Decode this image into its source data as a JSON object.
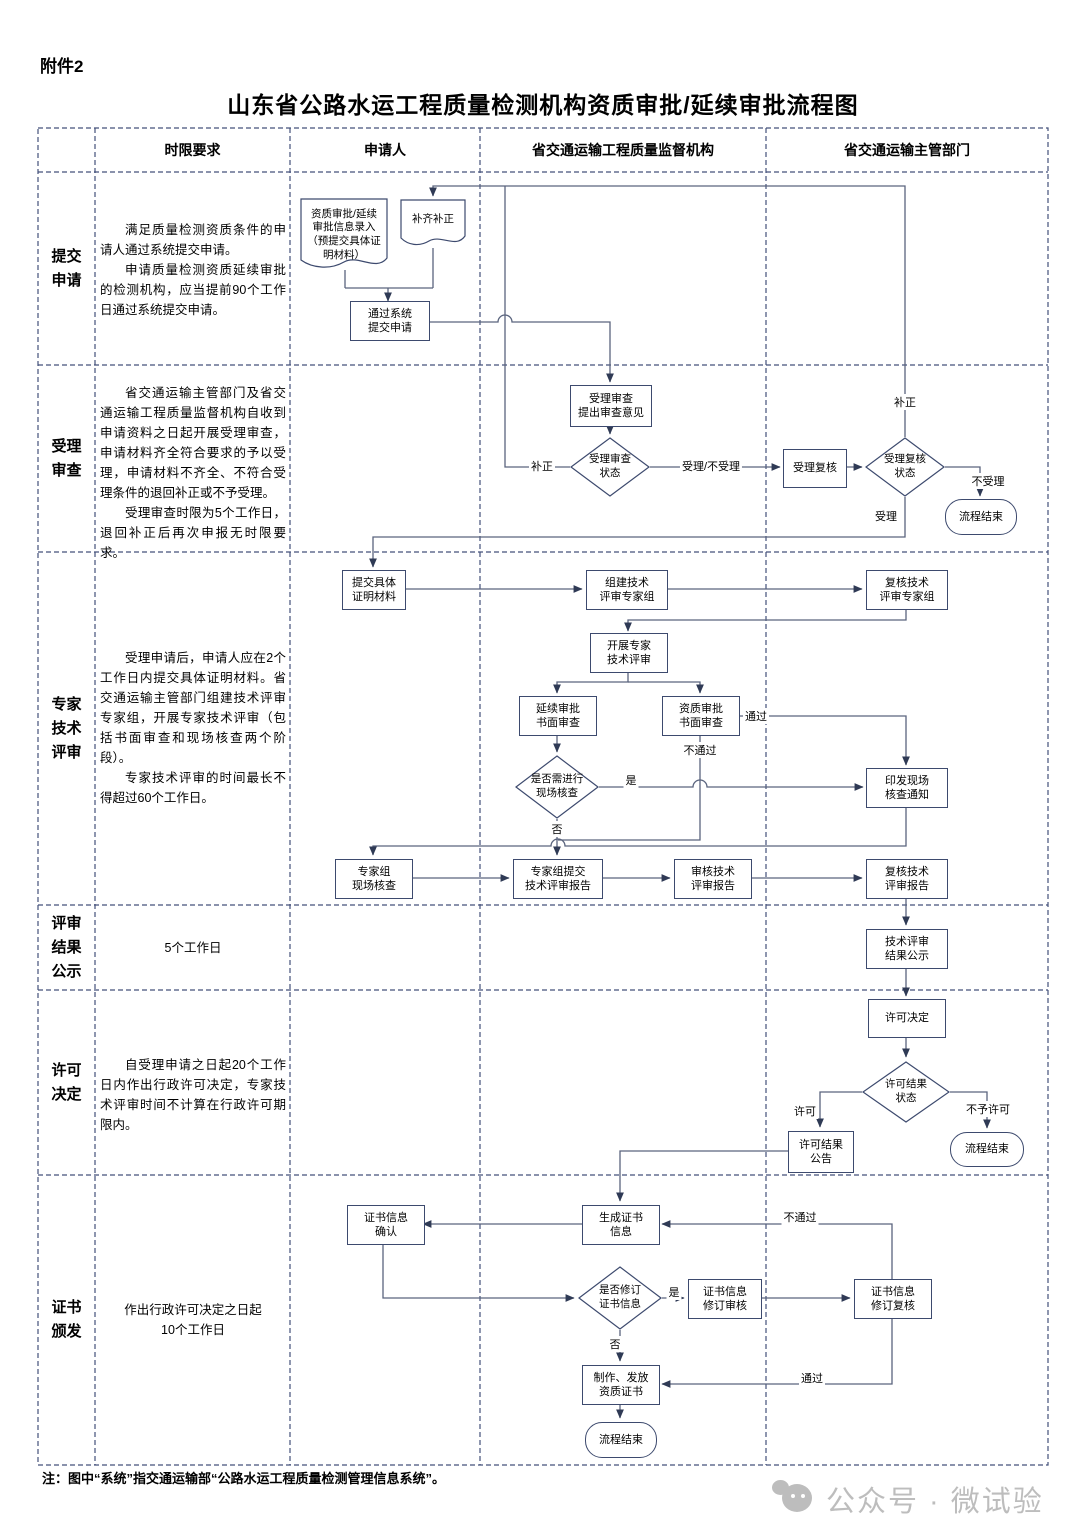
{
  "page": {
    "attachment_label": "附件2",
    "title": "山东省公路水运工程质量检测机构资质审批/延续审批流程图",
    "note": "注：图中“系统”指交通运输部“公路水运工程质量检测管理信息系统”。",
    "watermark": "公众号 · 微试验"
  },
  "columns": [
    "时限要求",
    "申请人",
    "省交通运输工程质量监督机构",
    "省交通运输主管部门"
  ],
  "stages": [
    {
      "label": "提交申请",
      "time": [
        "满足质量检测资质条件的申请人通过系统提交申请。",
        "申请质量检测资质延续审批的检测机构，应当提前90个工作日通过系统提交申请。"
      ]
    },
    {
      "label": "受理审查",
      "time": [
        "省交通运输主管部门及省交通运输工程质量监督机构自收到申请资料之日起开展受理审查，申请材料齐全符合要求的予以受理，申请材料不齐全、不符合受理条件的退回补正或不予受理。",
        "受理审查时限为5个工作日，退回补正后再次申报无时限要求。"
      ]
    },
    {
      "label": "专家技术评审",
      "time": [
        "受理申请后，申请人应在2个工作日内提交具体证明材料。省交通运输主管部门组建技术评审专家组，开展专家技术评审（包括书面审查和现场核查两个阶段）。",
        "专家技术评审的时间最长不得超过60个工作日。"
      ]
    },
    {
      "label": "评审结果公示",
      "time": [
        "5个工作日"
      ]
    },
    {
      "label": "许可决定",
      "time": [
        "自受理申请之日起20个工作日内作出行政许可决定，专家技术评审时间不计算在行政许可期限内。"
      ]
    },
    {
      "label": "证书颁发",
      "time": [
        "作出行政许可决定之日起",
        "10个工作日"
      ]
    }
  ],
  "nodes": {
    "n1": {
      "type": "document",
      "label": "资质审批/延续\n审批信息录入\n（预提交具体证\n明材料）"
    },
    "n2": {
      "type": "document",
      "label": "补齐补正"
    },
    "n3": {
      "type": "process",
      "label": "通过系统\n提交申请"
    },
    "n4": {
      "type": "process",
      "label": "受理审查\n提出审查意见"
    },
    "n5": {
      "type": "decision",
      "label": "受理审查\n状态"
    },
    "n6": {
      "type": "process",
      "label": "受理复核"
    },
    "n7": {
      "type": "decision",
      "label": "受理复核\n状态"
    },
    "n8": {
      "type": "terminator",
      "label": "流程结束"
    },
    "n9": {
      "type": "process",
      "label": "提交具体\n证明材料"
    },
    "n10": {
      "type": "process",
      "label": "组建技术\n评审专家组"
    },
    "n11": {
      "type": "process",
      "label": "复核技术\n评审专家组"
    },
    "n12": {
      "type": "process",
      "label": "开展专家\n技术评审"
    },
    "n13": {
      "type": "process",
      "label": "延续审批\n书面审查"
    },
    "n14": {
      "type": "process",
      "label": "资质审批\n书面审查"
    },
    "n15": {
      "type": "decision",
      "label": "是否需进行\n现场核查"
    },
    "n16": {
      "type": "process",
      "label": "印发现场\n核查通知"
    },
    "n17": {
      "type": "process",
      "label": "专家组\n现场核查"
    },
    "n18": {
      "type": "process",
      "label": "专家组提交\n技术评审报告"
    },
    "n19": {
      "type": "process",
      "label": "审核技术\n评审报告"
    },
    "n20": {
      "type": "process",
      "label": "复核技术\n评审报告"
    },
    "n21": {
      "type": "process",
      "label": "技术评审\n结果公示"
    },
    "n22": {
      "type": "process",
      "label": "许可决定"
    },
    "n23": {
      "type": "decision",
      "label": "许可结果\n状态"
    },
    "n24": {
      "type": "process",
      "label": "许可结果\n公告"
    },
    "n25": {
      "type": "terminator",
      "label": "流程结束"
    },
    "n26": {
      "type": "process",
      "label": "证书信息\n确认"
    },
    "n27": {
      "type": "process",
      "label": "生成证书\n信息"
    },
    "n28": {
      "type": "decision",
      "label": "是否修订\n证书信息"
    },
    "n29": {
      "type": "process",
      "label": "证书信息\n修订审核"
    },
    "n30": {
      "type": "process",
      "label": "证书信息\n修订复核"
    },
    "n31": {
      "type": "process",
      "label": "制作、发放\n资质证书"
    },
    "n32": {
      "type": "terminator",
      "label": "流程结束"
    }
  },
  "edges": {
    "e1": "补正",
    "e2": "受理/不受理",
    "e3": "补正",
    "e4": "不受理",
    "e5": "受理",
    "e6": "通过",
    "e7": "不通过",
    "e8": "是",
    "e9": "否",
    "e10": "许可",
    "e11": "不予许可",
    "e12": "不通过",
    "e13": "是",
    "e14": "否",
    "e15": "通过"
  }
}
